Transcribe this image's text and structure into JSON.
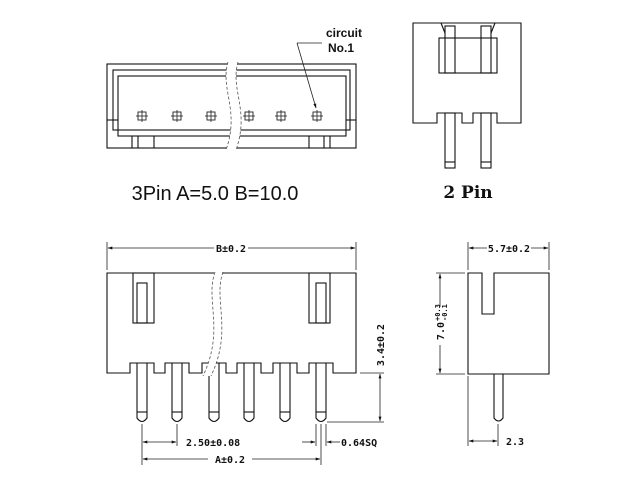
{
  "top_view": {
    "circuit_label_line1": "circuit",
    "circuit_label_line2": "No.1",
    "caption": "3Pin A=5.0 B=10.0"
  },
  "side_top": {
    "caption": "2 Pin"
  },
  "front_view": {
    "dim_b": "B±0.2",
    "dim_pitch": "2.50±0.08",
    "dim_a": "A±0.2",
    "dim_height": "3.4±0.2",
    "dim_pin": "0.64SQ"
  },
  "side_view": {
    "dim_width": "5.7±0.2",
    "dim_height_base": "7.0",
    "dim_height_upper_tol": "+0.3",
    "dim_height_lower_tol": "-0.1",
    "dim_offset": "2.3"
  }
}
